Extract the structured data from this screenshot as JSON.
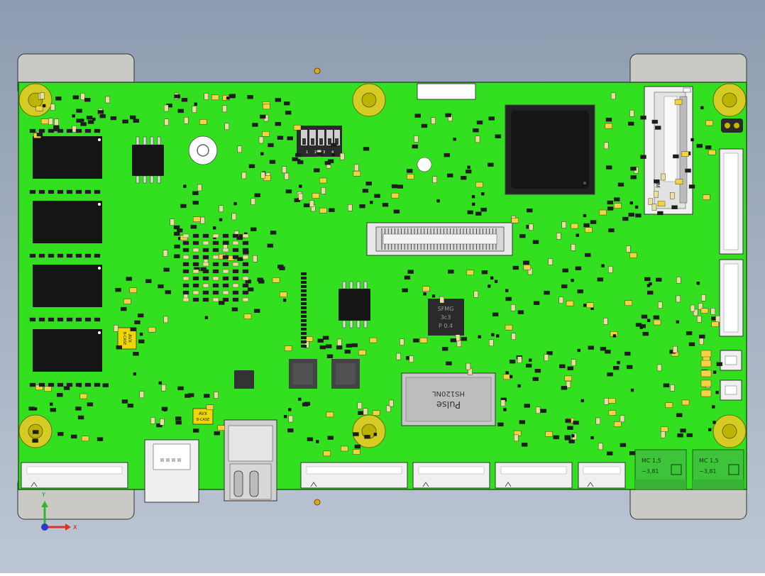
{
  "viewport": {
    "background_top": "#8e9bb0",
    "background_bottom": "#bcc6d4"
  },
  "board": {
    "pcb_color": "#33e01f",
    "mount_color": "#d4cc22",
    "ic_color": "#151515"
  },
  "labels": {
    "avx_case_left_line1": "AVX",
    "avx_case_left_line2": "B-CASE",
    "avx_case_bottom_line1": "AVX",
    "avx_case_bottom_line2": "B-CASE",
    "dip_numbers": [
      "1",
      "2",
      "3",
      "4"
    ],
    "chip_line1": "SFMG",
    "chip_line2": "3c3",
    "chip_line3": "P  0.4",
    "transformer_brand": "Pulse",
    "transformer_part": "HS120NL",
    "connector_top_mark": "M",
    "terminal_1_name": "MC 1,5",
    "terminal_1_spec": "−3,81",
    "terminal_2_name": "MC 1,5",
    "terminal_2_spec": "−3,81"
  },
  "axes": {
    "x_label": "X",
    "y_label": "Y"
  }
}
